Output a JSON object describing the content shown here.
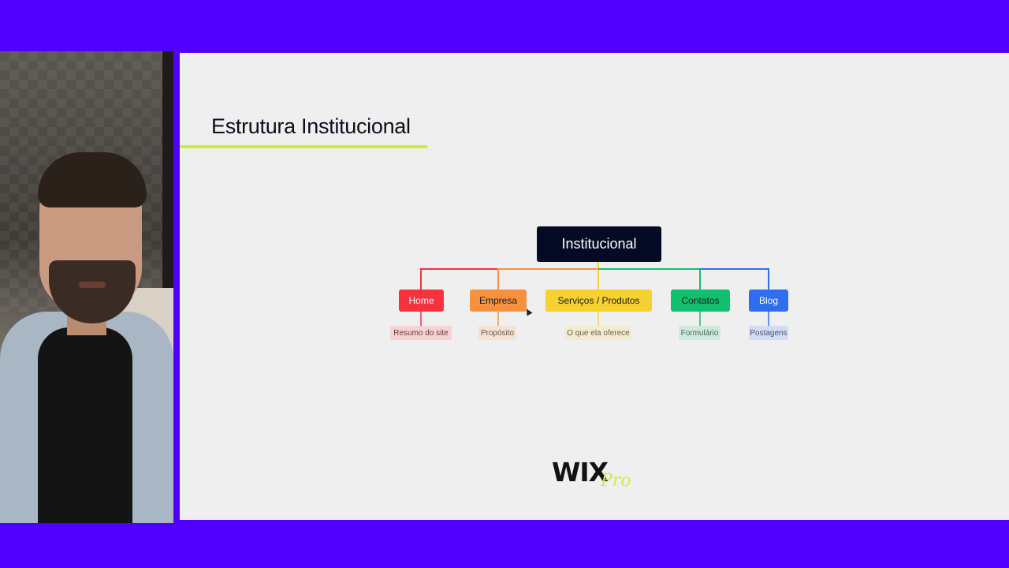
{
  "slide": {
    "title": "Estrutura Institucional",
    "accent_color": "#c8f03a"
  },
  "diagram": {
    "root": "Institucional",
    "branches": [
      {
        "label": "Home",
        "sub": "Resumo do site",
        "color": "#f6323e",
        "sub_bg": "#f6d3d3",
        "text_color": "#ffffff"
      },
      {
        "label": "Empresa",
        "sub": "Propósito",
        "color": "#f6923e",
        "sub_bg": "#f4e2d2",
        "text_color": "#1a1a1a"
      },
      {
        "label": "Serviços / Produtos",
        "sub": "O que ela oferece",
        "color": "#f6d230",
        "sub_bg": "#f2ebcf",
        "text_color": "#1a1a1a"
      },
      {
        "label": "Contatos",
        "sub": "Formulário",
        "color": "#10c06e",
        "sub_bg": "#cfeadc",
        "text_color": "#1a1a1a"
      },
      {
        "label": "Blog",
        "sub": "Postagens",
        "color": "#2f6ef0",
        "sub_bg": "#d3dcf4",
        "text_color": "#ffffff"
      }
    ]
  },
  "logo": {
    "main": "WIX",
    "suffix": "Pro"
  },
  "background_color": "#4f00ff"
}
